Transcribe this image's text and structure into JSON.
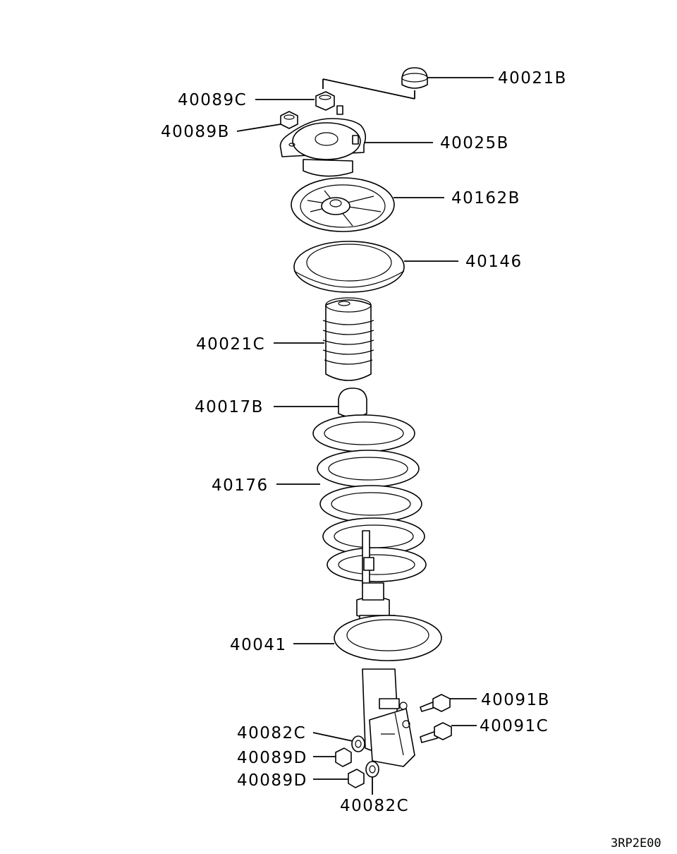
{
  "diagram": {
    "drawing_code": "3RP2E00",
    "parts": [
      {
        "id": "top-cap",
        "number": "40021B"
      },
      {
        "id": "mount-nut-top",
        "number": "40089C"
      },
      {
        "id": "mount-nut-left",
        "number": "40089B"
      },
      {
        "id": "strut-mount",
        "number": "40025B"
      },
      {
        "id": "bearing-plate",
        "number": "40162B"
      },
      {
        "id": "upper-spring-seat",
        "number": "40146"
      },
      {
        "id": "dust-boot",
        "number": "40021C"
      },
      {
        "id": "bump-stop",
        "number": "40017B"
      },
      {
        "id": "coil-spring",
        "number": "40176"
      },
      {
        "id": "shock-absorber",
        "number": "40041"
      },
      {
        "id": "bolt-upper",
        "number": "40091B"
      },
      {
        "id": "bolt-lower",
        "number": "40091C"
      },
      {
        "id": "washer-upper",
        "number": "40082C"
      },
      {
        "id": "nut-upper",
        "number": "40089D"
      },
      {
        "id": "nut-lower",
        "number": "40089D"
      },
      {
        "id": "washer-lower",
        "number": "40082C"
      }
    ]
  }
}
